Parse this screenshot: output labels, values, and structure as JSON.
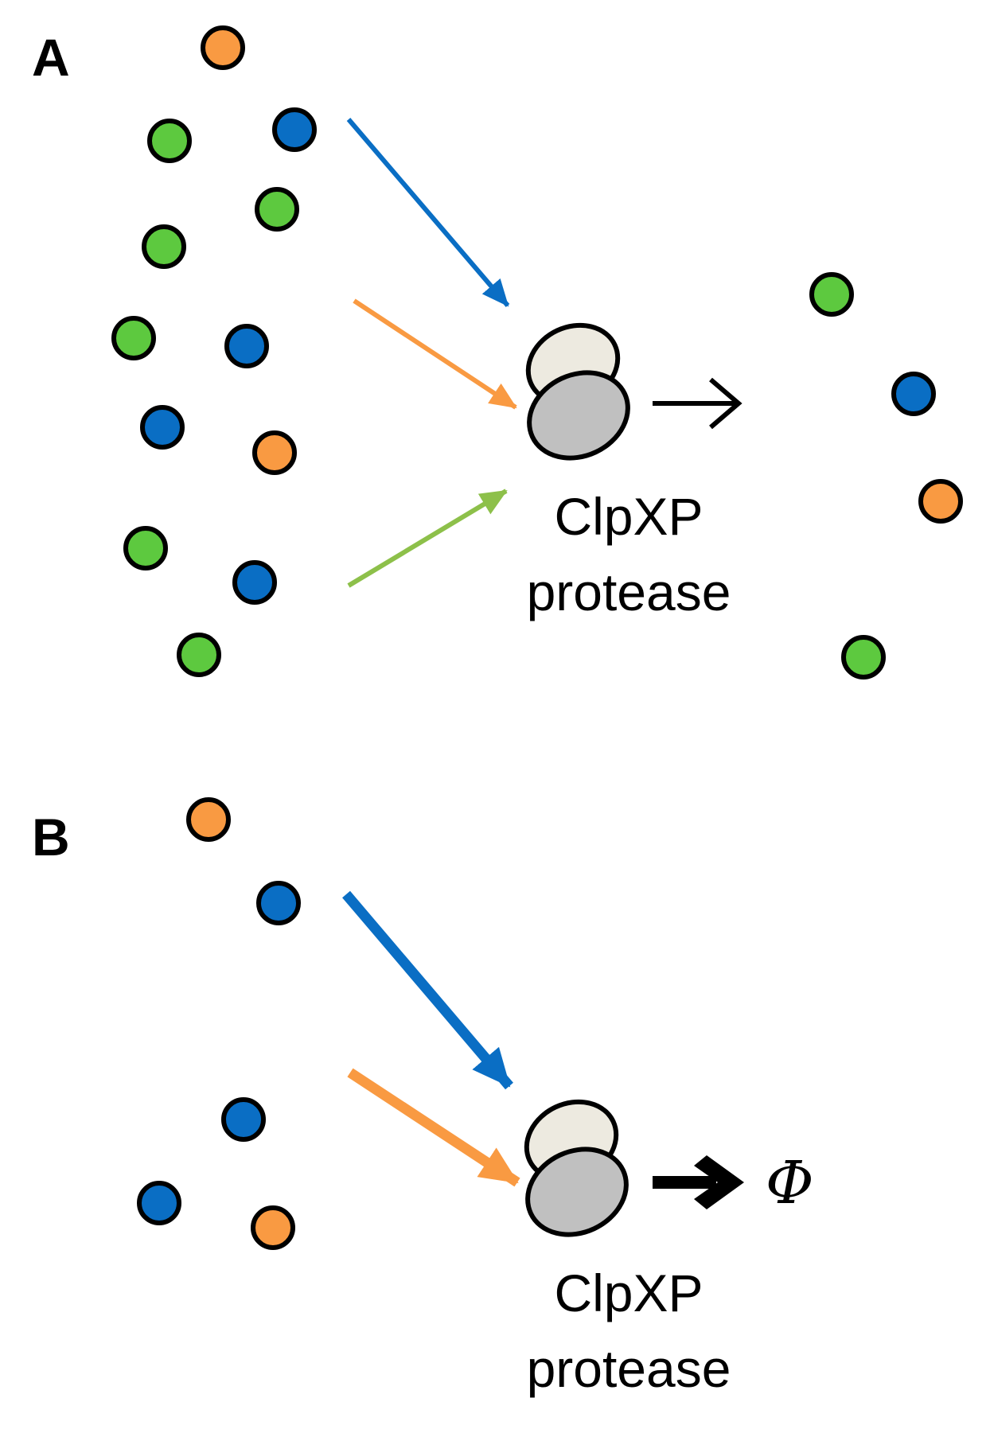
{
  "colors": {
    "green": "#5dc93f",
    "blue": "#0a6ec4",
    "orange": "#f99a42",
    "arrow_green": "#8dc04a",
    "outline": "#000000",
    "protease_upper": "#edeae0",
    "protease_lower": "#c0c0c0"
  },
  "panel_a": {
    "label": "A",
    "protease_line1": "ClpXP",
    "protease_line2": "protease",
    "arrows_in": [
      "blue",
      "orange",
      "green"
    ],
    "substrate_pool": [
      "orange",
      "green",
      "blue",
      "green",
      "green",
      "green",
      "blue",
      "blue",
      "orange",
      "green",
      "blue",
      "green"
    ],
    "remaining_after_degradation": [
      "green",
      "blue",
      "orange",
      "green"
    ]
  },
  "panel_b": {
    "label": "B",
    "protease_line1": "ClpXP",
    "protease_line2": "protease",
    "arrows_in": [
      "blue",
      "orange"
    ],
    "substrate_pool": [
      "orange",
      "blue",
      "blue",
      "blue",
      "orange"
    ],
    "product_symbol": "Φ"
  }
}
